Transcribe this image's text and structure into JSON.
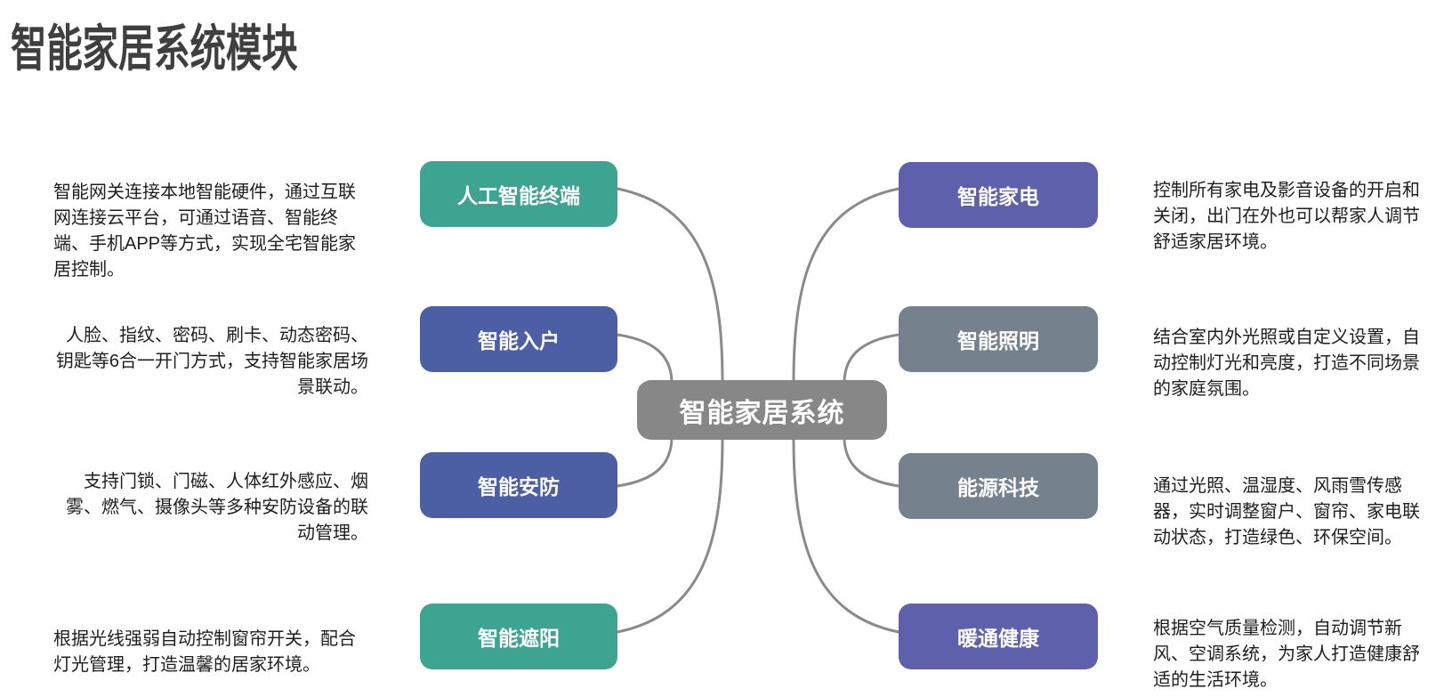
{
  "title": "智能家居系统模块",
  "colors": {
    "teal": "#3EA492",
    "indigo": "#4D5FA4",
    "purple": "#5F60AB",
    "slate": "#76818E",
    "center_gray": "#878787",
    "connector": "#8A8A8A",
    "title_text": "#3F3F3F",
    "node_text": "#FFFFFF",
    "body_text": "#1E1E1E"
  },
  "center": {
    "label": "智能家居系统"
  },
  "left_nodes": [
    {
      "label": "人工智能终端",
      "color": "teal",
      "desc": "智能网关连接本地智能硬件，通过互联网连接云平台，可通过语音、智能终端、手机APP等方式，实现全宅智能家居控制。"
    },
    {
      "label": "智能入户",
      "color": "indigo",
      "desc": "人脸、指纹、密码、刷卡、动态密码、钥匙等6合一开门方式，支持智能家居场景联动。"
    },
    {
      "label": "智能安防",
      "color": "indigo",
      "desc": "支持门锁、门磁、人体红外感应、烟雾、燃气、摄像头等多种安防设备的联动管理。"
    },
    {
      "label": "智能遮阳",
      "color": "teal",
      "desc": "根据光线强弱自动控制窗帘开关，配合灯光管理，打造温馨的居家环境。"
    }
  ],
  "right_nodes": [
    {
      "label": "智能家电",
      "color": "purple",
      "desc": "控制所有家电及影音设备的开启和关闭，出门在外也可以帮家人调节舒适家居环境。"
    },
    {
      "label": "智能照明",
      "color": "slate",
      "desc": "结合室内外光照或自定义设置，自动控制灯光和亮度，打造不同场景的家庭氛围。"
    },
    {
      "label": "能源科技",
      "color": "slate",
      "desc": "通过光照、温湿度、风雨雪传感器，实时调整窗户、窗帘、家电联动状态，打造绿色、环保空间。"
    },
    {
      "label": "暖通健康",
      "color": "purple",
      "desc": "根据空气质量检测，自动调节新风、空调系统，为家人打造健康舒适的生活环境。"
    }
  ]
}
